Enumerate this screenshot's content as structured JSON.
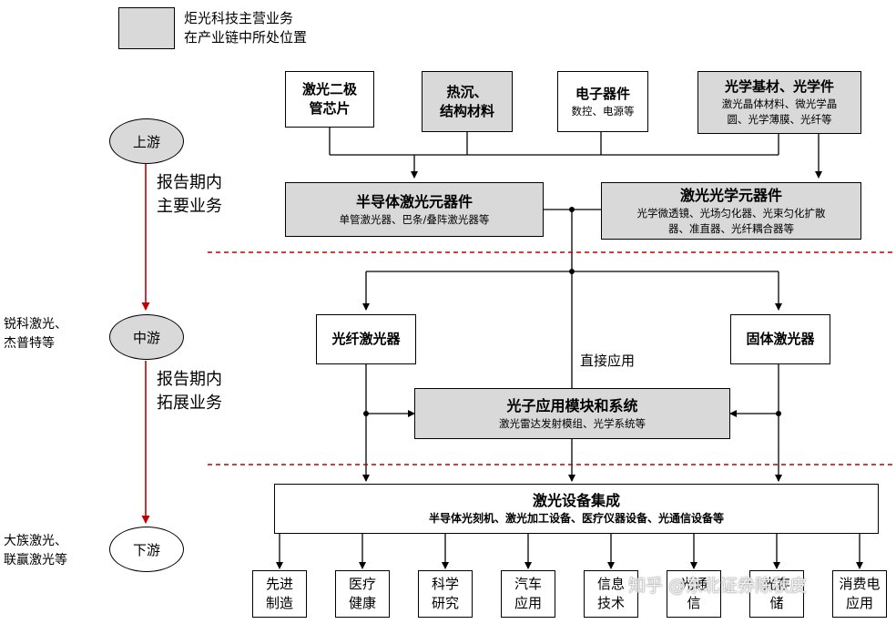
{
  "legend": {
    "line1": "炬光科技主营业务",
    "line2": "在产业链中所处位置"
  },
  "stages": {
    "upstream": "上游",
    "midstream": "中游",
    "downstream": "下游"
  },
  "annotations": {
    "main_business_1": "报告期内",
    "main_business_2": "主要业务",
    "expand_business_1": "报告期内",
    "expand_business_2": "拓展业务"
  },
  "competitors": {
    "midstream_1": "锐科激光、",
    "midstream_2": "杰普特等",
    "downstream_1": "大族激光、",
    "downstream_2": "联赢激光等"
  },
  "upstream_boxes": {
    "chip_1": "激光二极",
    "chip_2": "管芯片",
    "heat_1": "热沉、",
    "heat_2": "结构材料",
    "electronic_title": "电子器件",
    "electronic_sub": "数控、电源等",
    "optical_title": "光学基材、光学件",
    "optical_sub1": "激光晶体材料、微光学晶",
    "optical_sub2": "圆、光学薄膜、光纤等"
  },
  "component_boxes": {
    "semi_title": "半导体激光元器件",
    "semi_sub": "单管激光器、巴条/叠阵激光器等",
    "optic_title": "激光光学元器件",
    "optic_sub1": "光学微透镜、光场匀化器、光束匀化扩散",
    "optic_sub2": "器、准直器、光纤耦合器等"
  },
  "midstream_boxes": {
    "fiber": "光纤激光器",
    "solid": "固体激光器",
    "direct": "直接应用",
    "photon_title": "光子应用模块和系统",
    "photon_sub": "激光雷达发射模组、光学系统等"
  },
  "integration": {
    "title": "激光设备集成",
    "sub": "半导体光刻机、激光加工设备、医疗仪器设备、光通信设备等"
  },
  "applications": [
    {
      "l1": "先进",
      "l2": "制造"
    },
    {
      "l1": "医疗",
      "l2": "健康"
    },
    {
      "l1": "科学",
      "l2": "研究"
    },
    {
      "l1": "汽车",
      "l2": "应用"
    },
    {
      "l1": "信息",
      "l2": "技术"
    },
    {
      "l1": "光通",
      "l2": "信"
    },
    {
      "l1": "光存",
      "l2": "储"
    },
    {
      "l1": "消费电",
      "l2": "应用"
    }
  ],
  "watermark": "知乎 @东北证券陈秋皮"
}
